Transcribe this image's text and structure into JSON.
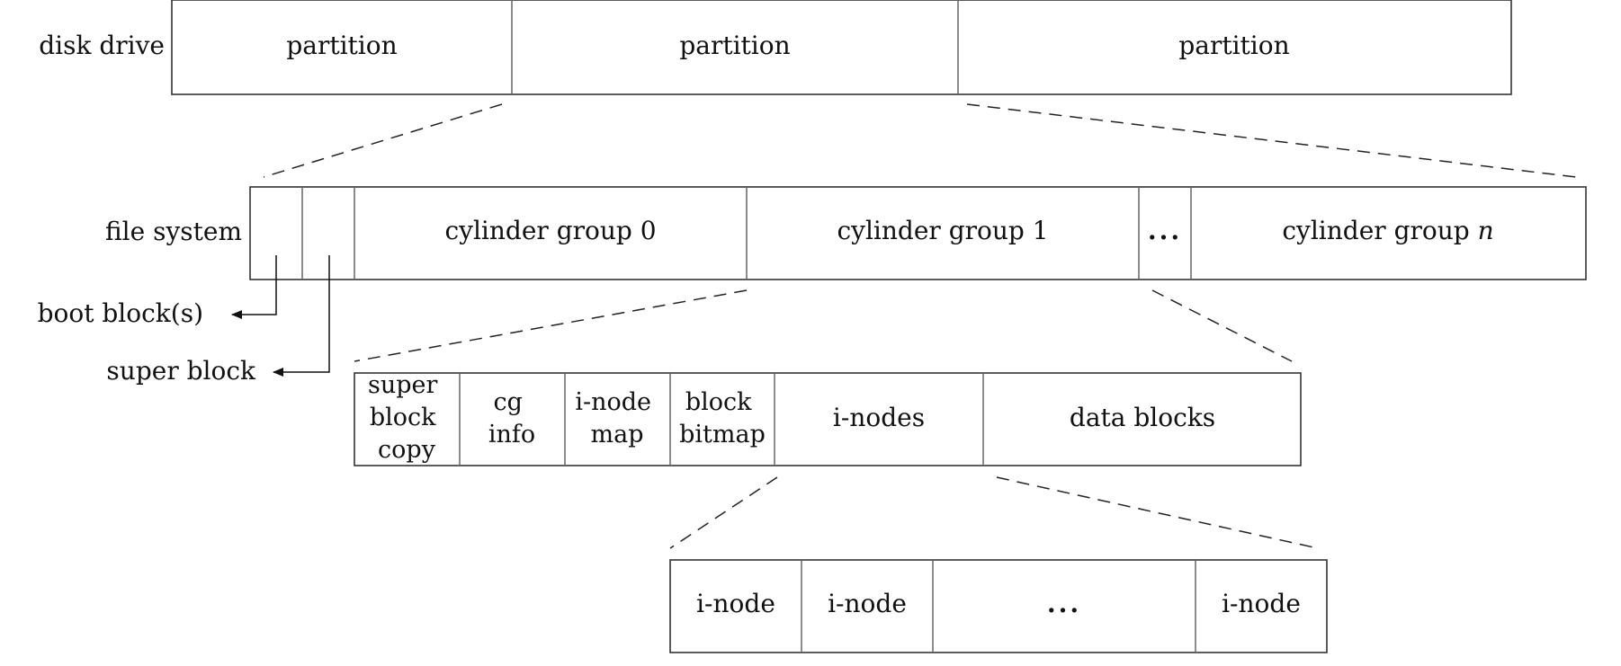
{
  "disk_drive": {
    "label": "disk drive",
    "partitions": [
      "partition",
      "partition",
      "partition"
    ]
  },
  "file_system": {
    "label": "file system",
    "cells": [
      "",
      "",
      "cylinder group 0",
      "cylinder group 1",
      "...",
      "cylinder group n"
    ],
    "boot_block_label": "boot block(s)",
    "super_block_label": "super block"
  },
  "cylinder_group": {
    "cells": [
      [
        "super",
        "block",
        "copy"
      ],
      [
        "cg",
        "info"
      ],
      [
        "i-node",
        "map"
      ],
      [
        "block",
        "bitmap"
      ],
      [
        "i-nodes"
      ],
      [
        "data blocks"
      ]
    ]
  },
  "inode_list": {
    "cells": [
      "i-node",
      "i-node",
      "...",
      "i-node"
    ]
  }
}
